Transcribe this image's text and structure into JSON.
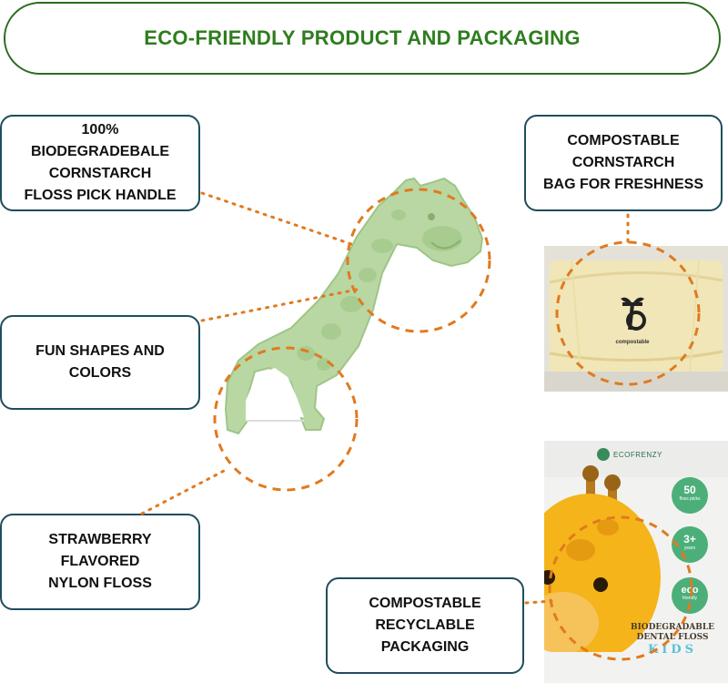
{
  "title": "ECO-FRIENDLY PRODUCT AND PACKAGING",
  "callouts": {
    "handle": [
      "100%",
      "BIODEGRADEBALE",
      "CORNSTARCH",
      "FLOSS PICK HANDLE"
    ],
    "shapes": [
      "FUN SHAPES AND",
      "COLORS"
    ],
    "floss": [
      "STRAWBERRY",
      "FLAVORED",
      "NYLON FLOSS"
    ],
    "bag": [
      "COMPOSTABLE",
      "CORNSTARCH",
      "BAG FOR FRESHNESS"
    ],
    "packaging": [
      "COMPOSTABLE",
      "RECYCLABLE",
      "PACKAGING"
    ]
  },
  "bag_photo": {
    "logo_text": "compostable"
  },
  "box_photo": {
    "brand": "ECOFRENZY",
    "badge_count": "50",
    "badge_count_sub": "floss picks",
    "badge_age": "3+",
    "badge_age_sub": "years",
    "badge_eco": "eco",
    "badge_eco_sub": "friendly",
    "product_line1": "BIODEGRADABLE",
    "product_line2": "DENTAL FLOSS",
    "product_line3": "KIDS"
  },
  "colors": {
    "title_green": "#2e7d1e",
    "border_teal": "#1f4d5c",
    "dotted_orange": "#e07a1f",
    "pick_green": "#b7d6a3",
    "giraffe_yellow": "#f4b41a"
  }
}
